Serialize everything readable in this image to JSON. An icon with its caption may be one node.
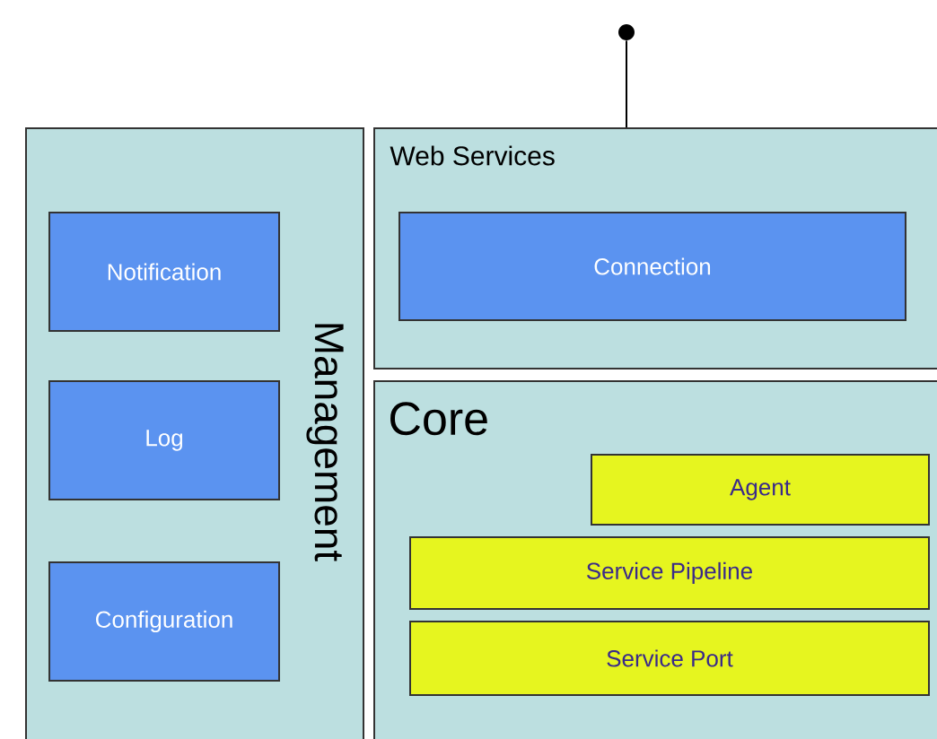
{
  "diagram": {
    "nodes": [
      {
        "text": [
          "Management"
        ]
      },
      {
        "text": [
          "Notification"
        ],
        "in": 0
      },
      {
        "text": [
          "Log"
        ],
        "in": 0
      },
      {
        "text": [
          "Configuration"
        ],
        "in": 0
      },
      {
        "text": [
          "Web Services"
        ]
      },
      {
        "text": [
          "Connection"
        ],
        "in": 4
      },
      {
        "text": [
          "Core"
        ]
      },
      {
        "text": [
          "Agent"
        ],
        "in": 6
      },
      {
        "text": [
          "Service Pipeline"
        ],
        "in": 6
      },
      {
        "text": [
          "Service Port"
        ],
        "in": 6
      },
      {
        "text": [],
        "shape": "circle"
      }
    ],
    "edges": [
      {
        "from": 10,
        "to": 4,
        "arrow": "none"
      }
    ]
  }
}
